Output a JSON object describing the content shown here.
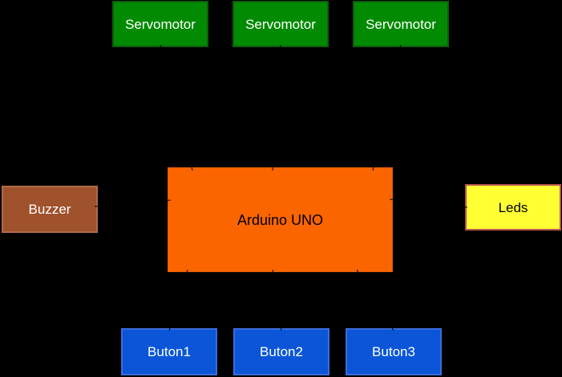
{
  "canvas": {
    "background": "#000000",
    "connector_color": "#000000"
  },
  "nodes": [
    {
      "id": "servomotor-1",
      "label": "Servomotor",
      "fill": "#038A03",
      "border": "#0A5E0A",
      "text_color": "#FFFFFF"
    },
    {
      "id": "servomotor-2",
      "label": "Servomotor",
      "fill": "#038A03",
      "border": "#0A5E0A",
      "text_color": "#FFFFFF"
    },
    {
      "id": "servomotor-3",
      "label": "Servomotor",
      "fill": "#038A03",
      "border": "#0A5E0A",
      "text_color": "#FFFFFF"
    },
    {
      "id": "buzzer",
      "label": "Buzzer",
      "fill": "#A0522D",
      "border": "#B06B45",
      "text_color": "#FFFFFF"
    },
    {
      "id": "arduino",
      "label": "Arduino UNO",
      "fill": "#FB6500",
      "border": "#E05900",
      "text_color": "#000000"
    },
    {
      "id": "leds",
      "label": "Leds",
      "fill": "#FFFF33",
      "border": "#B85450",
      "text_color": "#000000"
    },
    {
      "id": "buton1",
      "label": "Buton1",
      "fill": "#0B56D7",
      "border": "#3C6CDB",
      "text_color": "#FFFFFF"
    },
    {
      "id": "buton2",
      "label": "Buton2",
      "fill": "#0B56D7",
      "border": "#3C6CDB",
      "text_color": "#FFFFFF"
    },
    {
      "id": "buton3",
      "label": "Buton3",
      "fill": "#0B56D7",
      "border": "#3C6CDB",
      "text_color": "#FFFFFF"
    }
  ],
  "connectors": [
    {
      "from": "arduino",
      "to": "servomotor-1"
    },
    {
      "from": "arduino",
      "to": "servomotor-2"
    },
    {
      "from": "arduino",
      "to": "servomotor-3"
    },
    {
      "from": "arduino",
      "to": "buzzer"
    },
    {
      "from": "arduino",
      "to": "leds"
    },
    {
      "from": "arduino",
      "to": "buton1"
    },
    {
      "from": "arduino",
      "to": "buton2"
    },
    {
      "from": "arduino",
      "to": "buton3"
    }
  ]
}
